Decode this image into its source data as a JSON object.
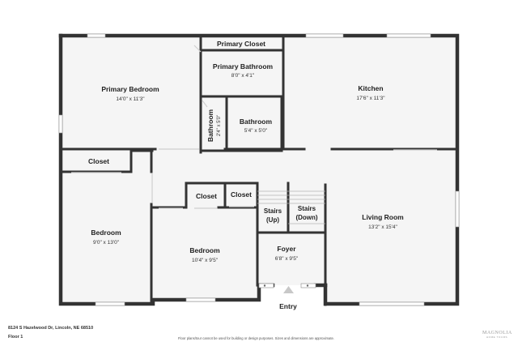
{
  "rooms": {
    "primary_closet": {
      "name": "Primary Closet"
    },
    "primary_bedroom": {
      "name": "Primary Bedroom",
      "dims": "14'0\" x 11'3\""
    },
    "primary_bathroom": {
      "name": "Primary Bathroom",
      "dims": "8'0\" x 4'1\""
    },
    "kitchen": {
      "name": "Kitchen",
      "dims": "17'6\" x 11'3\""
    },
    "bathroom_small": {
      "name": "Bathroom",
      "dims": "2'4\" x 5'0\""
    },
    "bathroom": {
      "name": "Bathroom",
      "dims": "5'4\" x 5'0\""
    },
    "closet_left": {
      "name": "Closet"
    },
    "closet_mid1": {
      "name": "Closet"
    },
    "closet_mid2": {
      "name": "Closet"
    },
    "stairs_up": {
      "name": "Stairs",
      "sub": "(Up)"
    },
    "stairs_down": {
      "name": "Stairs",
      "sub": "(Down)"
    },
    "bedroom_left": {
      "name": "Bedroom",
      "dims": "9'0\" x 13'0\""
    },
    "bedroom_mid": {
      "name": "Bedroom",
      "dims": "10'4\" x 9'5\""
    },
    "foyer": {
      "name": "Foyer",
      "dims": "6'8\" x 9'5\""
    },
    "living_room": {
      "name": "Living Room",
      "dims": "13'2\" x 15'4\""
    },
    "entry": {
      "name": "Entry"
    }
  },
  "footer": {
    "address": "8124 S Hazelwood Dr, Lincoln, NE 68510",
    "floor": "Floor 1",
    "disclaimer": "Floor plans/tour cannot be used for building or design purposes. Sizes and dimensions are approximate."
  },
  "logo": {
    "main": "MAGNOLIA",
    "sub": "HOME TOURS"
  }
}
